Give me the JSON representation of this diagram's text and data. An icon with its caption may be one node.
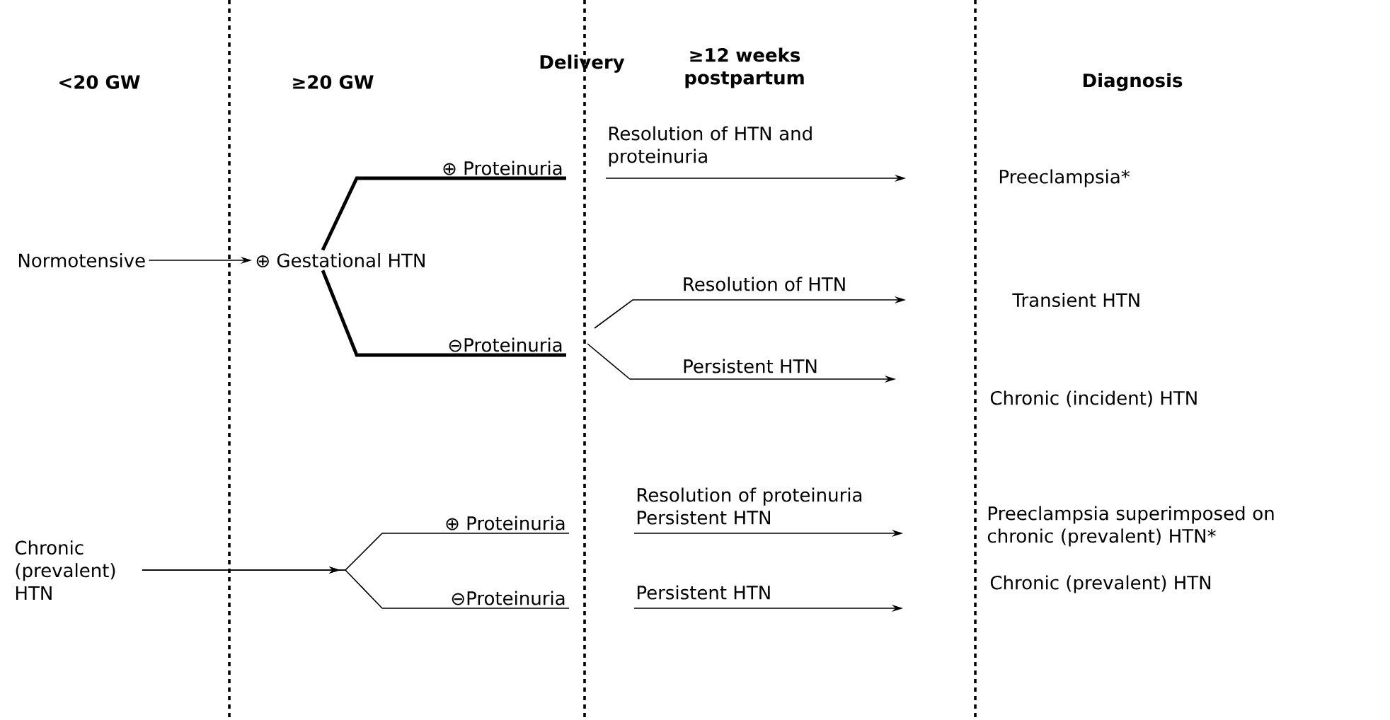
{
  "diagram": {
    "nodes": [
      {
        "text": [
          "Normotensive"
        ]
      },
      {
        "text": [
          "⊕ Gestational HTN"
        ]
      },
      {
        "text": [
          "⊕ Proteinuria"
        ]
      },
      {
        "text": [
          "⊖Proteinuria"
        ]
      },
      {
        "text": [
          "Chronic (prevalent) HTN"
        ]
      },
      {
        "text": [
          "⊕ Proteinuria"
        ]
      },
      {
        "text": [
          "⊖Proteinuria"
        ]
      },
      {
        "text": [
          "Preeclampsia*"
        ]
      },
      {
        "text": [
          "Transient HTN"
        ]
      },
      {
        "text": [
          "Chronic (incident) HTN"
        ]
      },
      {
        "text": [
          "Preeclampsia superimposed on chronic (prevalent) HTN*"
        ]
      },
      {
        "text": [
          "Chronic (prevalent) HTN"
        ]
      }
    ],
    "edges": [
      {
        "from": 0,
        "to": 1,
        "arrow": "to"
      },
      {
        "from": 1,
        "to": 2,
        "arrow": "none",
        "style": "thick"
      },
      {
        "from": 1,
        "to": 3,
        "arrow": "none",
        "style": "thick"
      },
      {
        "from": 2,
        "to": 7,
        "arrow": "to",
        "label": "Resolution of HTN and proteinuria"
      },
      {
        "from": 3,
        "to": 8,
        "arrow": "to",
        "label": "Resolution of HTN"
      },
      {
        "from": 3,
        "to": 9,
        "arrow": "to",
        "label": "Persistent HTN"
      },
      {
        "from": 4,
        "to": 5,
        "arrow": "to"
      },
      {
        "from": 4,
        "to": 6,
        "arrow": "to"
      },
      {
        "from": 5,
        "to": 10,
        "arrow": "to",
        "label": "Resolution of proteinuria Persistent HTN"
      },
      {
        "from": 6,
        "to": 11,
        "arrow": "to",
        "label": "Persistent HTN"
      }
    ],
    "labels": [
      "<20 GW",
      "≥20 GW",
      "Delivery",
      "≥12 weeks postpartum",
      "Diagnosis"
    ]
  }
}
